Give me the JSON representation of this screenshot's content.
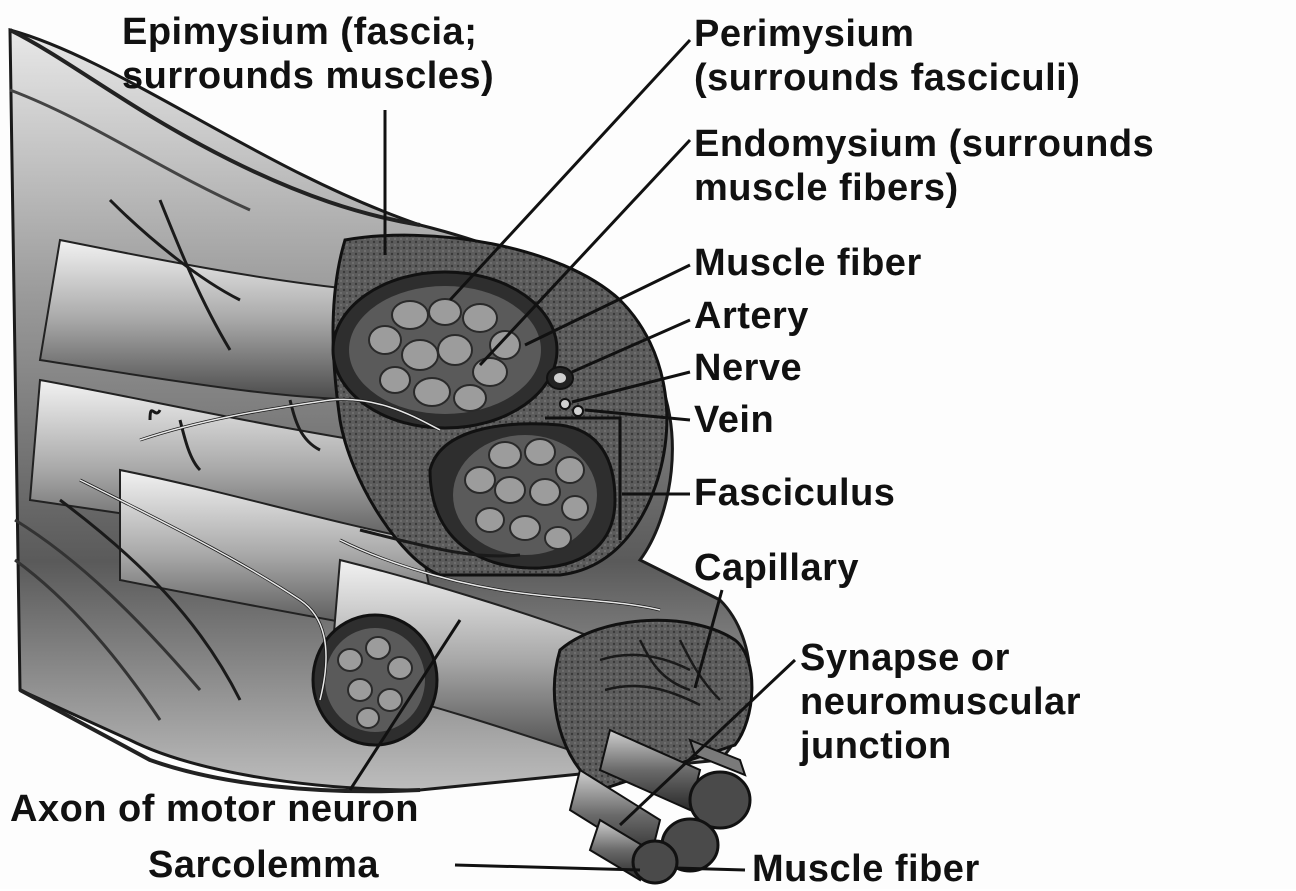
{
  "labels": {
    "epimysium": [
      "Epimysium (fascia;",
      "surrounds muscles)"
    ],
    "perimysium": [
      "Perimysium",
      "(surrounds fasciculi)"
    ],
    "endomysium": [
      "Endomysium (surrounds",
      "muscle fibers)"
    ],
    "muscle_fiber_top": "Muscle fiber",
    "artery": "Artery",
    "nerve": "Nerve",
    "vein": "Vein",
    "fasciculus": "Fasciculus",
    "capillary": "Capillary",
    "synapse": [
      "Synapse or",
      "neuromuscular",
      "junction"
    ],
    "axon": "Axon of motor neuron",
    "sarcolemma": "Sarcolemma",
    "muscle_fiber_bottom": "Muscle fiber"
  },
  "colors": {
    "ink": "#111111",
    "tissue_dark": "#3a3a3a",
    "tissue_mid": "#8a8a8a",
    "tissue_light": "#d6d6d6"
  }
}
